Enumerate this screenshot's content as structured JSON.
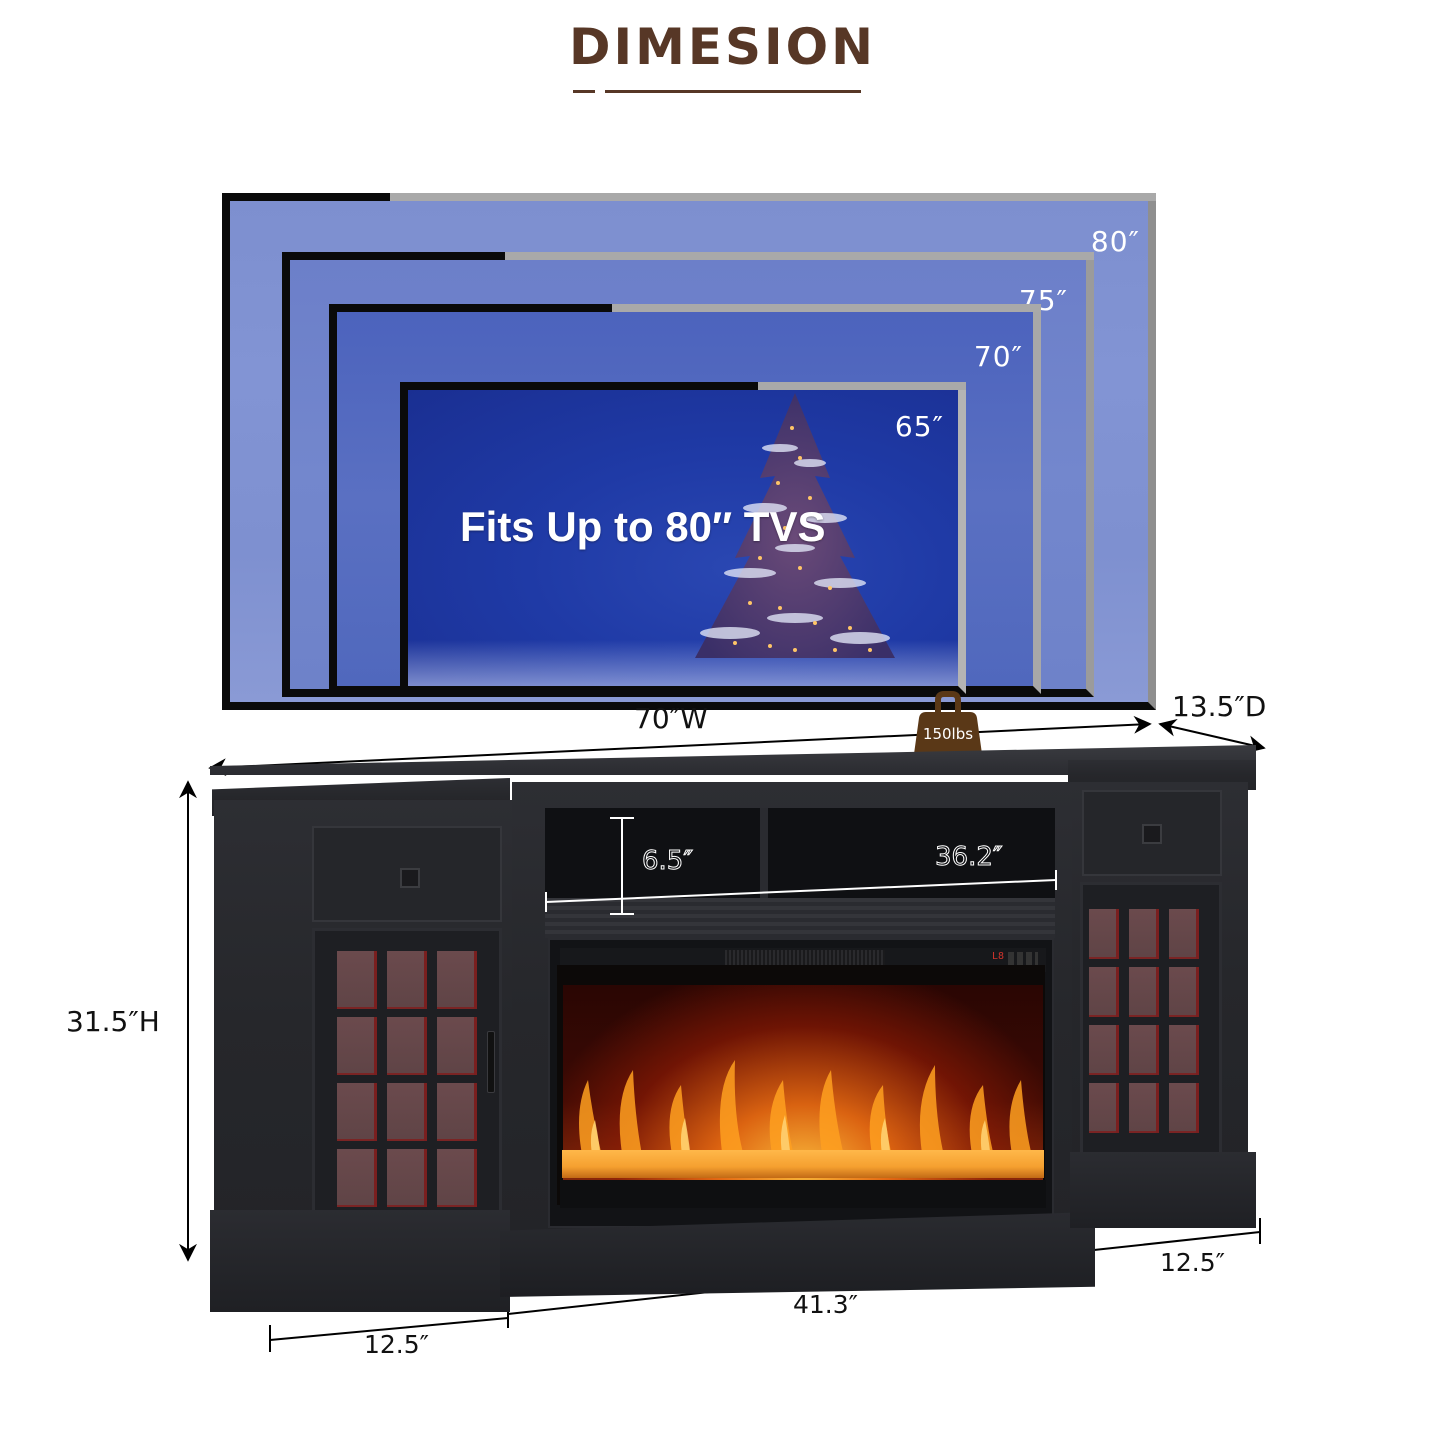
{
  "header": {
    "title": "DIMESION"
  },
  "tv_sizes": [
    {
      "label": "80″",
      "size_in": 80
    },
    {
      "label": "75″",
      "size_in": 75
    },
    {
      "label": "70″",
      "size_in": 70
    },
    {
      "label": "65″",
      "size_in": 65
    }
  ],
  "tv_caption": "Fits Up to 80″ TVS",
  "weight": {
    "label": "150lbs",
    "icon": "weight-icon",
    "color": "#5a3817"
  },
  "dimensions": {
    "width": "70″W",
    "depth": "13.5″D",
    "height": "31.5″H",
    "shelf_height": "6.5″",
    "shelf_width": "36.2″",
    "left_section": "12.5″",
    "center_section": "41.3″",
    "right_section": "12.5″"
  },
  "fireplace": {
    "display": "L8"
  },
  "colors": {
    "title": "#573726",
    "cabinet": "#2a2b30",
    "tv_bezel": "#0a0a0a",
    "dimension_text": "#111111"
  }
}
